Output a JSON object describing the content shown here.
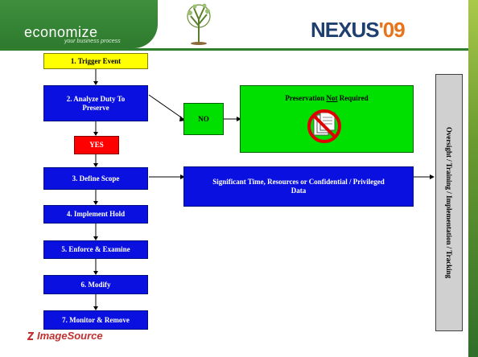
{
  "header": {
    "brand": "economize",
    "tagline": "your business process",
    "nexus": "NEXUS",
    "nexus_year": "'09"
  },
  "steps": {
    "trigger": "1. Trigger Event",
    "analyze": "2. Analyze Duty To Preserve",
    "no": "NO",
    "not_required_pre": "Preservation ",
    "not_required_u": "Not",
    "not_required_post": " Required",
    "yes": "YES",
    "scope": "3. Define Scope",
    "scope_note": "Significant Time, Resources or Confidential / Privileged Data",
    "hold": "4. Implement Hold",
    "enforce": "5. Enforce & Examine",
    "modify": "6. Modify",
    "monitor": "7. Monitor & Remove"
  },
  "sidebar_label": "Oversight / Training / Implementation / Tracking",
  "footer": {
    "logo": "ImageSource"
  },
  "colors": {
    "blue": "#0a10e0",
    "yellow": "#ffff00",
    "red": "#ff0000",
    "green": "#00e000",
    "header_green": "#2e7a2e"
  }
}
